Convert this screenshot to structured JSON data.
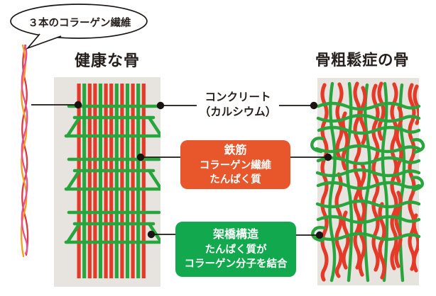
{
  "bubble": {
    "label": "３本のコラーゲン繊維"
  },
  "sections": {
    "healthy": {
      "title": "健康な骨"
    },
    "osteoporosis": {
      "title": "骨粗鬆症の骨"
    }
  },
  "callouts": {
    "concrete": {
      "line1": "コンクリート",
      "line2": "（カルシウム）"
    },
    "rebar": {
      "title": "鉄筋",
      "line1": "コラーゲン繊維",
      "line2": "たんぱく質"
    },
    "crosslink": {
      "title": "架橋構造",
      "line1": "たんぱく質が",
      "line2": "コラーゲン分子を結合"
    }
  },
  "colors": {
    "collagen_red": "#e63a28",
    "mesh_green": "#28a53c",
    "panel_background": "#e7e4e0",
    "rebar_box_orange": "#e8562b",
    "crosslink_box_green": "#12a84d",
    "fiber_strand_red": "#d93a43",
    "fiber_strand_orange": "#f59e1f",
    "fiber_strand_pink": "#e74f93",
    "line_black": "#1a1512"
  }
}
